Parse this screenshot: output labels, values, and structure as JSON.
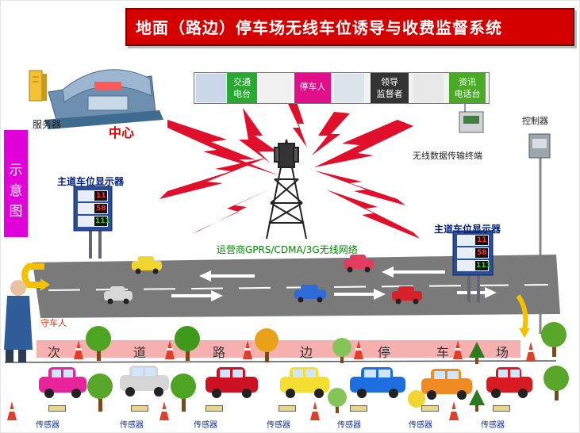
{
  "title": "地面（路边）停车场无线车位诱导与收费监督系统",
  "side_label": [
    "示",
    "意",
    "图"
  ],
  "center": {
    "server_label": "服务器",
    "center_label": "中心"
  },
  "top_cells": [
    {
      "label": "交通\n电台",
      "color": "#29a832"
    },
    {
      "label": "停车人",
      "color": "#e0108a"
    },
    {
      "label": "领导\n监督者",
      "color": "#333333"
    },
    {
      "label": "资讯\n电话台",
      "color": "#4aaa25"
    }
  ],
  "labels": {
    "controller": "控制器",
    "wireless_terminal": "无线数据传输终端",
    "display_left": "主道车位显示器",
    "display_right": "主道车位显示器",
    "network": "运营商GPRS/CDMA/3G无线网络",
    "guard": "守车人",
    "sensor": "传感器"
  },
  "display_rows": [
    "11",
    "58",
    "111"
  ],
  "road_characters": [
    "次",
    "道",
    "路",
    "边",
    "停",
    "车",
    "场"
  ],
  "colors": {
    "title_bg": "#d40000",
    "purple": "#e000d8",
    "road": "#7a7a7a",
    "pink_band": "#f7b0b0",
    "yellow_arrow": "#f2c200",
    "red_text": "#e00000",
    "green_text": "#008800"
  }
}
